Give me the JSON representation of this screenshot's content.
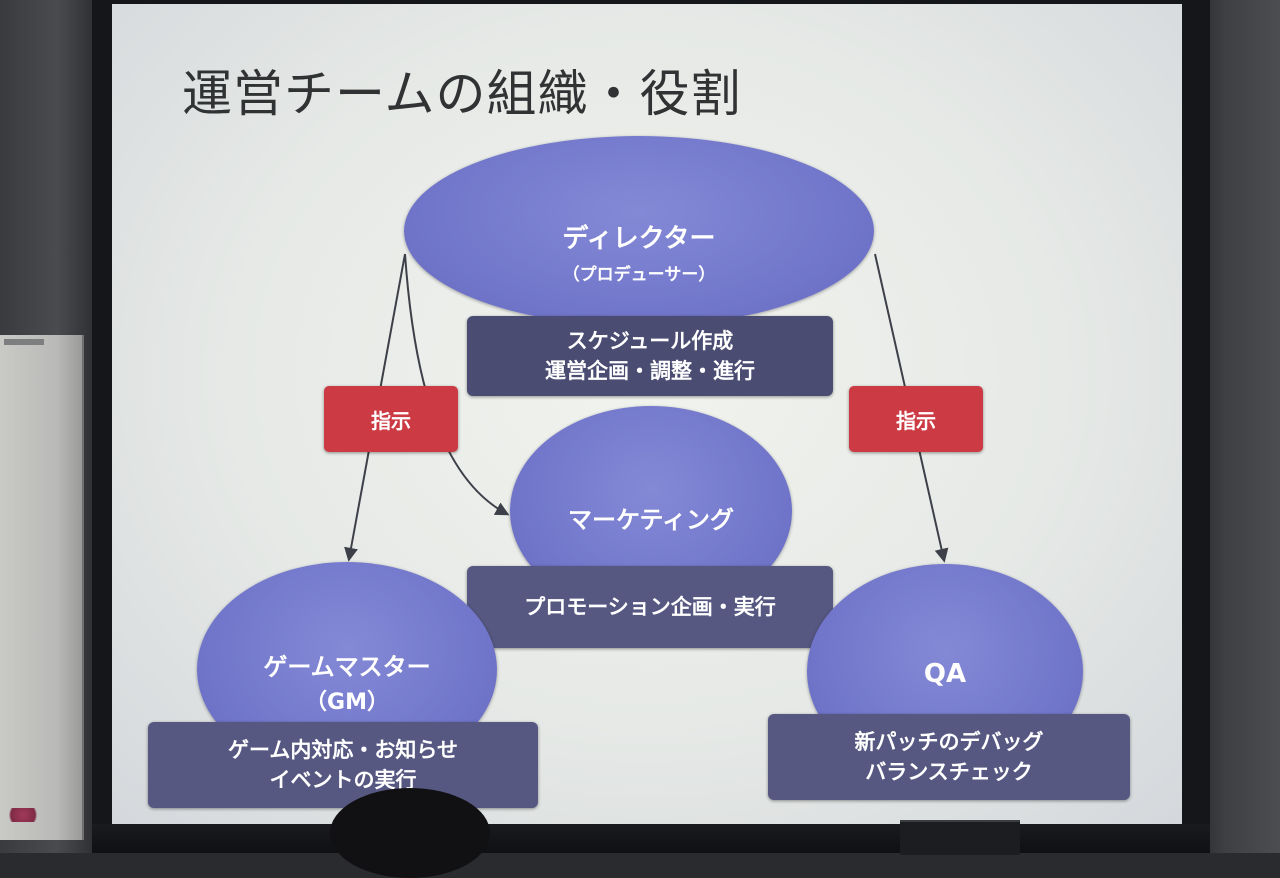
{
  "slide": {
    "title": "運営チームの組織・役割",
    "director": {
      "name": "ディレクター",
      "sub": "（プロデューサー）",
      "duties": [
        "スケジュール作成",
        "運営企画・調整・進行"
      ]
    },
    "instruction_left": "指示",
    "instruction_right": "指示",
    "marketing": {
      "name": "マーケティング",
      "duties": [
        "プロモーション企画・実行"
      ]
    },
    "game_master": {
      "name": "ゲームマスター",
      "sub": "（GM）",
      "duties": [
        "ゲーム内対応・お知らせ",
        "イベントの実行"
      ]
    },
    "qa": {
      "name": "QA",
      "duties": [
        "新パッチのデバッグ",
        "バランスチェック"
      ]
    }
  },
  "colors": {
    "ellipse": "#7479cc",
    "duty_box": "#4a4c72",
    "instruction_tag": "#cc3b43",
    "slide_background": "#eceee9"
  }
}
